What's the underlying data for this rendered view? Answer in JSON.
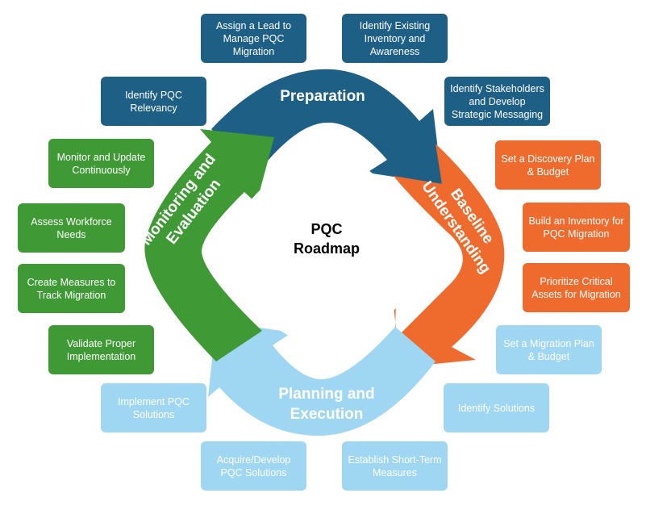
{
  "center": {
    "line1": "PQC",
    "line2": "Roadmap"
  },
  "phases": {
    "preparation": "Preparation",
    "baseline_1": "Baseline",
    "baseline_2": "Understanding",
    "planning_1": "Planning and",
    "planning_2": "Execution",
    "monitoring_1": "Monitoring and",
    "monitoring_2": "Evaluation"
  },
  "colors": {
    "preparation": "#1e5f86",
    "baseline": "#ee6b2d",
    "planning": "#9fd6f2",
    "monitoring": "#3f9a36"
  },
  "preparation_boxes": {
    "lead": "Assign a Lead to Manage PQC Migration",
    "inventory": "Identify Existing Inventory and Awareness",
    "relevancy": "Identify PQC Relevancy",
    "stakeholders": "Identify Stakeholders and Develop Strategic Messaging"
  },
  "baseline_boxes": {
    "discovery": "Set a Discovery Plan & Budget",
    "build_inventory": "Build an Inventory for PQC Migration",
    "prioritize": "Prioritize Critical Assets for Migration"
  },
  "planning_boxes": {
    "migration_plan": "Set a Migration Plan & Budget",
    "identify_solutions": "Identify Solutions",
    "short_term": "Establish Short-Term Measures",
    "acquire": "Acquire/Develop PQC Solutions",
    "implement": "Implement PQC Solutions"
  },
  "monitoring_boxes": {
    "monitor": "Monitor and Update Continuously",
    "workforce": "Assess Workforce Needs",
    "measures": "Create Measures to Track Migration",
    "validate": "Validate Proper Implementation"
  }
}
